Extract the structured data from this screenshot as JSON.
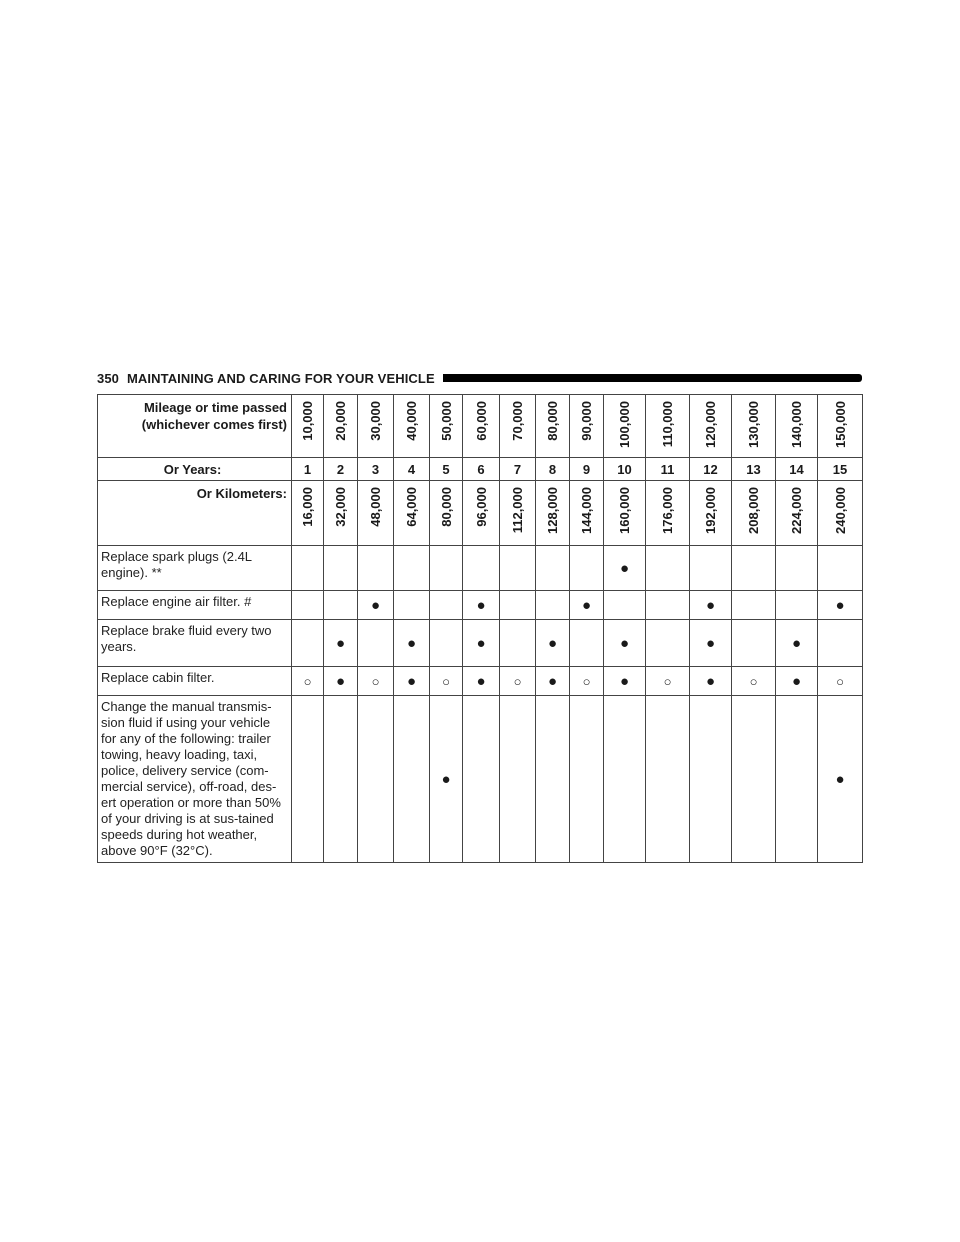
{
  "header": {
    "page_number": "350",
    "section_title": "MAINTAINING AND CARING FOR YOUR VEHICLE"
  },
  "table": {
    "miles_label_line1": "Mileage or time passed",
    "miles_label_line2": "(whichever comes first)",
    "years_label": "Or Years:",
    "km_label": "Or Kilometers:",
    "miles": [
      "10,000",
      "20,000",
      "30,000",
      "40,000",
      "50,000",
      "60,000",
      "70,000",
      "80,000",
      "90,000",
      "100,000",
      "110,000",
      "120,000",
      "130,000",
      "140,000",
      "150,000"
    ],
    "years": [
      "1",
      "2",
      "3",
      "4",
      "5",
      "6",
      "7",
      "8",
      "9",
      "10",
      "11",
      "12",
      "13",
      "14",
      "15"
    ],
    "kilometers": [
      "16,000",
      "32,000",
      "48,000",
      "64,000",
      "80,000",
      "96,000",
      "112,000",
      "128,000",
      "144,000",
      "160,000",
      "176,000",
      "192,000",
      "208,000",
      "224,000",
      "240,000"
    ],
    "rows": [
      {
        "task": "Replace spark plugs (2.4L engine). **",
        "marks": [
          "",
          "",
          "",
          "",
          "",
          "",
          "",
          "",
          "",
          "●",
          "",
          "",
          "",
          "",
          ""
        ]
      },
      {
        "task": "Replace engine air filter. #",
        "marks": [
          "",
          "",
          "●",
          "",
          "",
          "●",
          "",
          "",
          "●",
          "",
          "",
          "●",
          "",
          "",
          "●"
        ]
      },
      {
        "task": "Replace brake fluid every two years.",
        "marks": [
          "",
          "●",
          "",
          "●",
          "",
          "●",
          "",
          "●",
          "",
          "●",
          "",
          "●",
          "",
          "●",
          ""
        ]
      },
      {
        "task": "Replace cabin filter.",
        "marks": [
          "○",
          "●",
          "○",
          "●",
          "○",
          "●",
          "○",
          "●",
          "○",
          "●",
          "○",
          "●",
          "○",
          "●",
          "○"
        ]
      },
      {
        "task": "Change the manual transmis-sion fluid if using your vehicle for any of the following: trailer towing, heavy loading, taxi, police, delivery service (com-mercial service), off-road, des-ert operation or more than 50% of your driving is at sus-tained speeds during hot weather, above 90°F (32°C).",
        "marks": [
          "",
          "",
          "",
          "",
          "●",
          "",
          "",
          "",
          "",
          "",
          "",
          "",
          "",
          "",
          "●"
        ]
      }
    ]
  }
}
